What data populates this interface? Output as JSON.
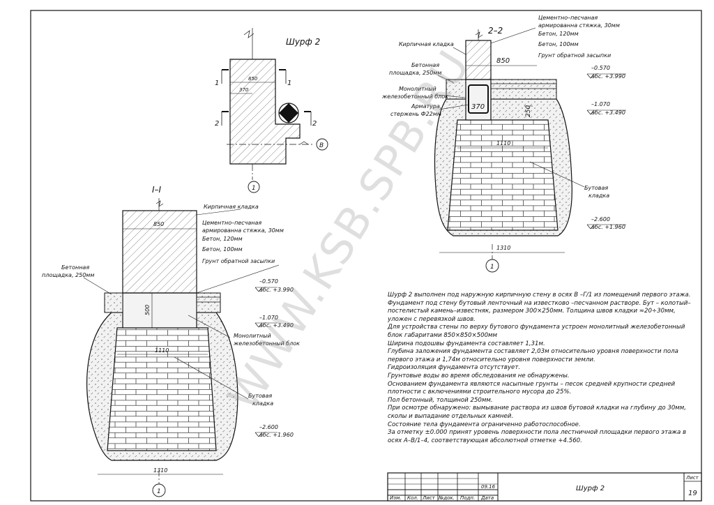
{
  "plan": {
    "title": "Шурф 2",
    "dim_850": "850",
    "dim_370": "370",
    "cut1": "1",
    "cut2": "2",
    "axis_b": "В",
    "axis_1": "1"
  },
  "section_11": {
    "title": "I–I",
    "brick": "Кирпичная кладка",
    "screed_1": "Цементно–песчаная",
    "screed_2": "армированна стяжка, 30мм",
    "concrete120": "Бетон, 120мм",
    "concrete100": "Бетон, 100мм",
    "backfill": "Грунт обратной засыпки",
    "pad_1": "Бетонная",
    "pad_2": "площадка, 250мм",
    "lvl1_rel": "–0.570",
    "lvl1_abs": "абс. +3.990",
    "lvl2_rel": "–1.070",
    "lvl2_abs": "абс. +3.490",
    "block_1": "Монолитный",
    "block_2": "железобетонный блок",
    "rubble_1": "Бутовая",
    "rubble_2": "кладка",
    "lvl3_rel": "–2.600",
    "lvl3_abs": "абс. +1.960",
    "dim_850": "850",
    "dim_500": "500",
    "dim_1110": "1110",
    "dim_1310": "1310",
    "axis": "1"
  },
  "section_22": {
    "title": "2–2",
    "brick": "Кирпичная кладка",
    "screed_1": "Цементно–песчаная",
    "screed_2": "армированна стяжка, 30мм",
    "concrete120": "Бетон, 120мм",
    "concrete100": "Бетон, 100мм",
    "backfill": "Грунт обратной засыпки",
    "pad_1": "Бетонная",
    "pad_2": "площадка, 250мм",
    "block_1": "Монолитный",
    "block_2": "железобетонный блок",
    "rebar_1": "Арматура,",
    "rebar_2": "стержень Ф22мм",
    "lvl1_rel": "–0.570",
    "lvl1_abs": "абс. +3.990",
    "lvl2_rel": "–1.070",
    "lvl2_abs": "абс. +3.490",
    "rubble_1": "Бутовая",
    "rubble_2": "кладка",
    "lvl3_rel": "–2.600",
    "lvl3_abs": "абс. +1.960",
    "dim_850": "850",
    "dim_370": "370",
    "dim_250": "250",
    "dim_1110": "1110",
    "dim_1310": "1310",
    "axis": "1"
  },
  "notes": [
    "Шурф 2 выполнен под наружную кирпичную стену в осях В –Г/1 из помещений первого этажа.",
    "Фундамент под стену бутовый ленточный на известково –песчанном растворе. Бут – колотый–постелистый камень–известняк, размером 300×250мм. Толщина швов кладки ≈20÷30мм, уложен с перевязкой швов.",
    "Для устройства стены по верху бутового фундамента устроен монолитный железобетонный блок габаритами 850×850×500мм",
    "Ширина подошвы фундамента составляет 1,31м.",
    "Глубина заложения фундамента составляет 2,03м относительно уровня поверхности пола первого этажа и 1,74м относительно уровня поверхности земли.",
    "Гидроизоляция фундамента отсутствует.",
    "Грунтовые воды во время обследования не обнаружены.",
    "Основанием фундамента являются насыпные грунты – песок средней крупности средней плотности с включениями строительного мусора до 25%.",
    "Пол бетонный, толщиной 250мм.",
    "При осмотре обнаружено: вымывание раствора из швов бутовой кладки на глубину до 30мм, сколы и выпадание отдельных камней.",
    "Состояние тела фундамента ограниченно работоспособное.",
    "За отметку ±0.000 принят уровень поверхности пола лестничной площадки первого этажа в осях А–В/1–4, соответствующая абсолютной отметке +4.560."
  ],
  "stamp": {
    "date": "09.16",
    "col_izm": "Изм.",
    "col_kol": "Кол.",
    "col_list": "Лист",
    "col_ndok": "№док.",
    "col_podp": "Подп.",
    "col_data": "Дата",
    "title": "Шурф 2",
    "sheet_label": "Лист",
    "sheet_num": "19"
  },
  "watermark": "WWW.KSB.SPB.RU"
}
